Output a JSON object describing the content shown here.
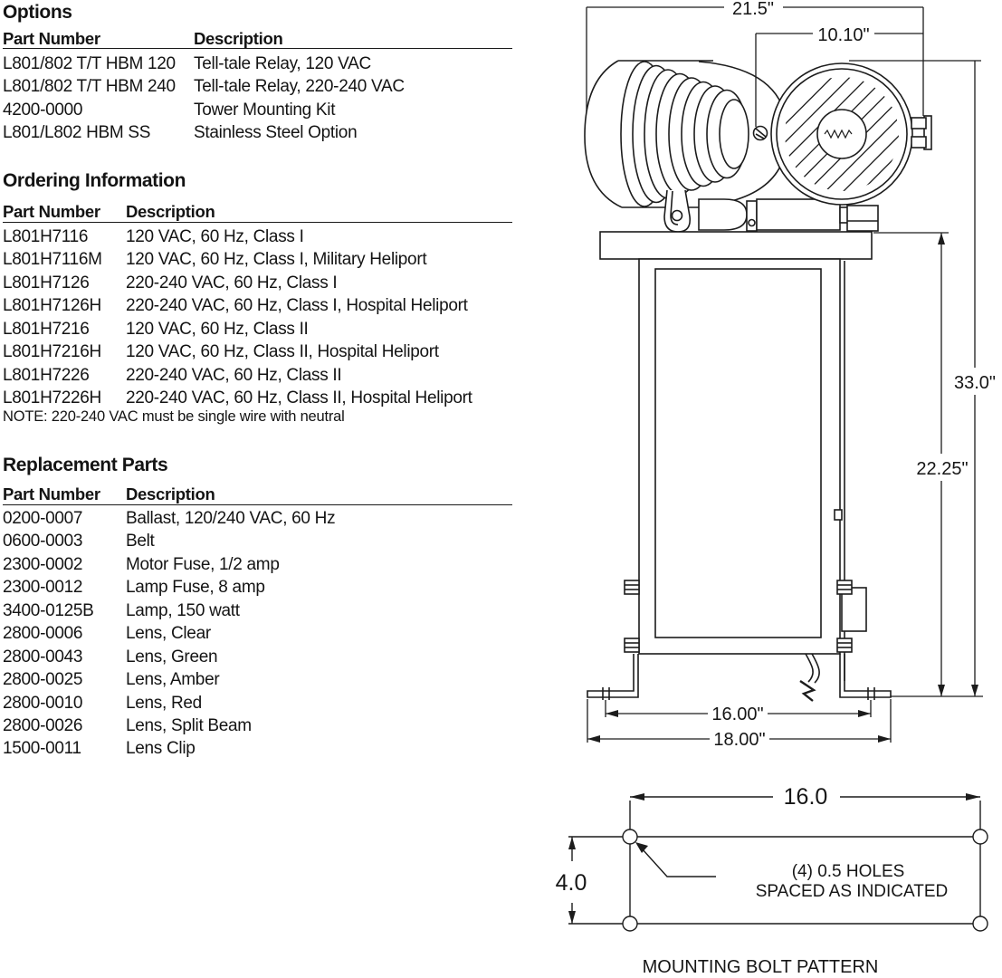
{
  "page": {
    "background": "#ffffff",
    "line_color": "#1c1c1c"
  },
  "sections": {
    "options": {
      "title": "Options",
      "columns": {
        "part": "Part Number",
        "desc": "Description"
      },
      "rows": [
        {
          "part": "L801/802 T/T HBM 120",
          "desc": "Tell-tale Relay, 120 VAC"
        },
        {
          "part": "L801/802 T/T HBM 240",
          "desc": "Tell-tale Relay, 220-240 VAC"
        },
        {
          "part": "4200-0000",
          "desc": "Tower Mounting Kit"
        },
        {
          "part": "L801/L802 HBM SS",
          "desc": "Stainless Steel Option"
        }
      ]
    },
    "ordering": {
      "title": "Ordering Information",
      "columns": {
        "part": "Part Number",
        "desc": "Description"
      },
      "rows": [
        {
          "part": "L801H7116",
          "desc": "120 VAC, 60 Hz, Class I"
        },
        {
          "part": "L801H7116M",
          "desc": "120 VAC, 60 Hz, Class I, Military Heliport"
        },
        {
          "part": "L801H7126",
          "desc": "220-240 VAC, 60 Hz, Class I"
        },
        {
          "part": "L801H7126H",
          "desc": "220-240 VAC, 60 Hz, Class I, Hospital Heliport"
        },
        {
          "part": "L801H7216",
          "desc": "120 VAC, 60 Hz, Class II"
        },
        {
          "part": "L801H7216H",
          "desc": "120 VAC, 60 Hz, Class II, Hospital Heliport"
        },
        {
          "part": "L801H7226",
          "desc": "220-240 VAC, 60 Hz, Class II"
        },
        {
          "part": "L801H7226H",
          "desc": "220-240 VAC, 60 Hz, Class II, Hospital Heliport"
        }
      ],
      "note": "NOTE: 220-240 VAC must be single wire with neutral"
    },
    "replacement": {
      "title": "Replacement Parts",
      "columns": {
        "part": "Part Number",
        "desc": "Description"
      },
      "rows": [
        {
          "part": "0200-0007",
          "desc": "Ballast, 120/240 VAC, 60 Hz"
        },
        {
          "part": "0600-0003",
          "desc": "Belt"
        },
        {
          "part": "2300-0002",
          "desc": "Motor Fuse, 1/2 amp"
        },
        {
          "part": "2300-0012",
          "desc": "Lamp Fuse, 8 amp"
        },
        {
          "part": "3400-0125B",
          "desc": "Lamp, 150 watt"
        },
        {
          "part": "2800-0006",
          "desc": "Lens, Clear"
        },
        {
          "part": "2800-0043",
          "desc": "Lens, Green"
        },
        {
          "part": "2800-0025",
          "desc": "Lens, Amber"
        },
        {
          "part": "2800-0010",
          "desc": "Lens, Red"
        },
        {
          "part": "2800-0026",
          "desc": "Lens, Split Beam"
        },
        {
          "part": "1500-0011",
          "desc": "Lens Clip"
        }
      ]
    }
  },
  "drawing": {
    "dims": {
      "overall_width": "21.5\"",
      "lens_width": "10.10\"",
      "overall_height": "33.0\"",
      "stand_height": "22.25\"",
      "base_bolt_spacing": "16.00\"",
      "base_width": "18.00\""
    }
  },
  "bolt_pattern": {
    "width": "16.0",
    "height": "4.0",
    "holes_note_line1": "(4) 0.5 HOLES",
    "holes_note_line2": "SPACED AS INDICATED",
    "caption": "MOUNTING BOLT PATTERN"
  }
}
